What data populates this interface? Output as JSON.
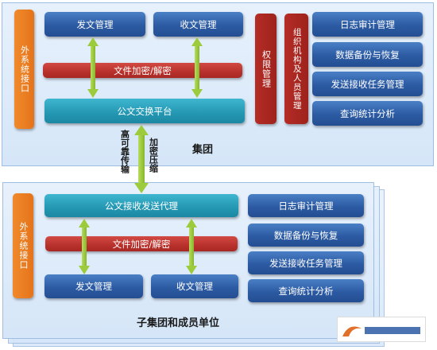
{
  "group": {
    "title": "集团",
    "external_interface": "外系统接口",
    "send_mgmt": "发文管理",
    "receive_mgmt": "收文管理",
    "encrypt": "文件加密/解密",
    "exchange_platform": "公文交换平台",
    "permission_mgmt": "权限管理",
    "org_mgmt": "组织机构及人员管理",
    "side_items": [
      "日志审计管理",
      "数据备份与恢复",
      "发送接收任务管理",
      "查询统计分析"
    ]
  },
  "link": {
    "left_label": "高可靠传输",
    "right_label": "加密压缩"
  },
  "sub": {
    "title": "子集团和成员单位",
    "external_interface": "外系统接口",
    "proxy": "公文接收发送代理",
    "encrypt": "文件加密/解密",
    "send_mgmt": "发文管理",
    "receive_mgmt": "收文管理",
    "side_items": [
      "日志审计管理",
      "数据备份与恢复",
      "发送接收任务管理",
      "查询统计分析"
    ]
  },
  "colors": {
    "blue": "#2c5ba3",
    "red": "#b8312c",
    "teal": "#2497b2",
    "orange": "#e5731a",
    "arrow_green": "#9ccb3b",
    "panel": "#dde9f7"
  }
}
